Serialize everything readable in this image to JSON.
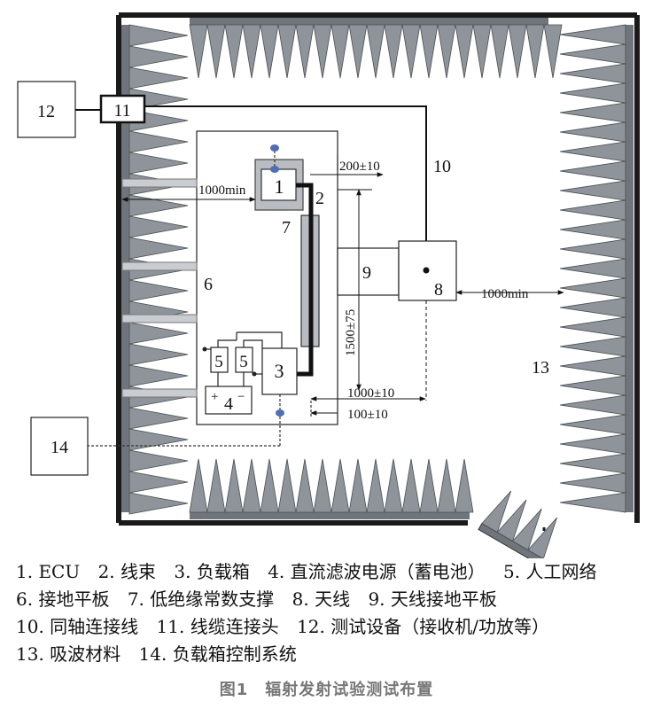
{
  "diagram": {
    "labels": {
      "n1": "1",
      "n2": "2",
      "n3": "3",
      "n4": "4",
      "n5a": "5",
      "n5b": "5",
      "n6": "6",
      "n7": "7",
      "n8": "8",
      "n9": "9",
      "n10": "10",
      "n11": "11",
      "n12": "12",
      "n13": "13",
      "n14": "14",
      "plus": "+",
      "minus": "−"
    },
    "dimensions": {
      "d_1000min_left": "1000min",
      "d_200": "200±10",
      "d_1500": "1500±75",
      "d_1000min_right": "1000min",
      "d_1000_10": "1000±10",
      "d_100_10": "100±10"
    }
  },
  "legend": [
    "1. ECU",
    "2. 线束",
    "3. 负载箱",
    "4. 直流滤波电源（蓄电池）",
    "5. 人工网络",
    "6. 接地平板",
    "7. 低绝缘常数支撑",
    "8. 天线",
    "9. 天线接地平板",
    "10. 同轴连接线",
    "11. 线缆连接头",
    "12. 测试设备（接收机/功放等）",
    "13. 吸波材料",
    "14. 负载箱控制系统"
  ],
  "caption": "图1　辐射发射试验测试布置"
}
